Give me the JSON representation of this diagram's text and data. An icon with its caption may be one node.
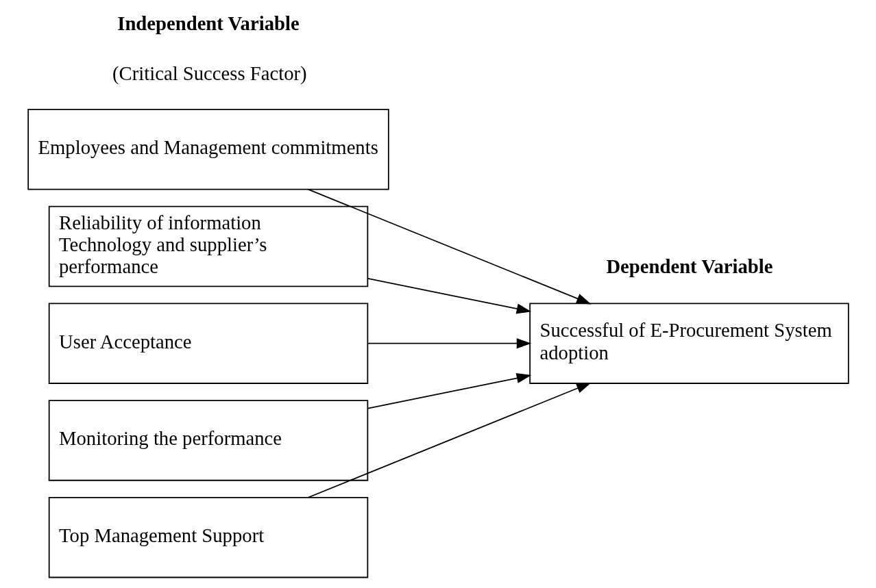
{
  "diagram": {
    "nodes": [
      {
        "text": [
          "Employees and Management commitments"
        ]
      },
      {
        "text": [
          "Reliability of information Technology and supplier’s performance"
        ]
      },
      {
        "text": [
          "User Acceptance"
        ]
      },
      {
        "text": [
          "Monitoring the performance"
        ]
      },
      {
        "text": [
          "Top Management Support"
        ]
      },
      {
        "text": [
          "Successful of E-Procurement System adoption"
        ]
      }
    ],
    "edges": [
      {
        "from": 0,
        "to": 5,
        "arrow": "to"
      },
      {
        "from": 1,
        "to": 5,
        "arrow": "to"
      },
      {
        "from": 2,
        "to": 5,
        "arrow": "to"
      },
      {
        "from": 3,
        "to": 5,
        "arrow": "to"
      },
      {
        "from": 4,
        "to": 5,
        "arrow": "to"
      }
    ],
    "labels": [
      "Independent Variable",
      "(Critical Success Factor)",
      "Dependent Variable"
    ]
  }
}
